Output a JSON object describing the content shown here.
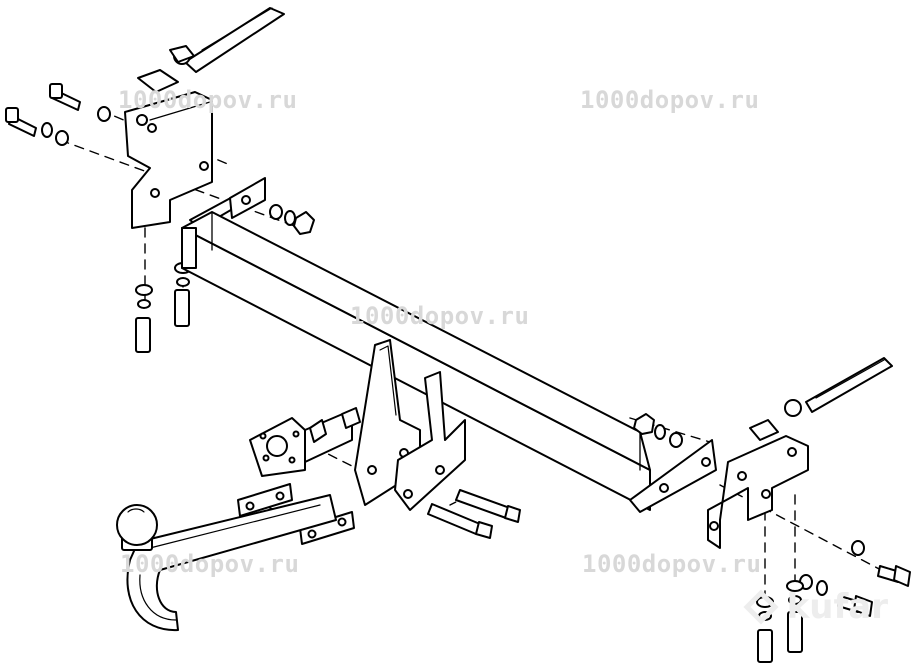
{
  "watermarks": {
    "top_left": "1000dopov.ru",
    "top_right": "1000dopov.ru",
    "center": "1000dopov.ru",
    "bottom_left": "1000dopov.ru",
    "bottom_right": "1000dopov.ru"
  },
  "kufar_logo": "kufar",
  "colors": {
    "line": "#000000",
    "fill": "#ffffff",
    "watermark": "#d8d8d8"
  }
}
